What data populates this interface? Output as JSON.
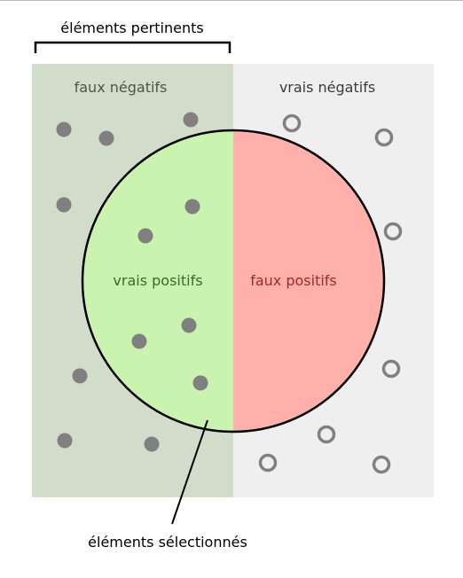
{
  "diagram": {
    "bracket_label": "éléments pertinents",
    "selected_label": "éléments sélectionnés",
    "regions": {
      "false_negatives": "faux négatifs",
      "true_negatives": "vrais négatifs",
      "true_positives": "vrais positifs",
      "false_positives": "faux positifs"
    }
  },
  "colors": {
    "relevant_bg": "#d2dcca",
    "irrelevant_bg": "#efefef",
    "true_positive_fill": "#c9f3ae",
    "false_positive_fill": "#ffb0aa",
    "dot": "#808080",
    "fn_text": "#485840",
    "tn_text": "#3a3a3a",
    "tp_text": "#3c6a25",
    "fp_text": "#9b2b24",
    "outline": "#000000"
  }
}
